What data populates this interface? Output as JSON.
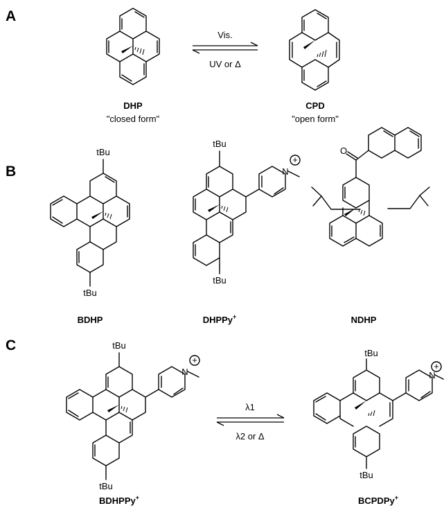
{
  "panels": {
    "a": "A",
    "b": "B",
    "c": "C"
  },
  "panel_a": {
    "left_name": "DHP",
    "left_sub": "\"closed form\"",
    "right_name": "CPD",
    "right_sub": "\"open form\"",
    "forward": "Vis.",
    "reverse": "UV or Δ"
  },
  "panel_b": {
    "names": [
      "BDHP",
      "DHPPy",
      "NDHP"
    ],
    "superscript": "+",
    "substituent": "tBu",
    "carbonyl_atom": "O",
    "nitrogen_atom": "N",
    "charge": "+"
  },
  "panel_c": {
    "left_name": "BDHPPy",
    "right_name": "BCPDPy",
    "superscript": "+",
    "forward": "λ1",
    "reverse": "λ2 or Δ"
  }
}
